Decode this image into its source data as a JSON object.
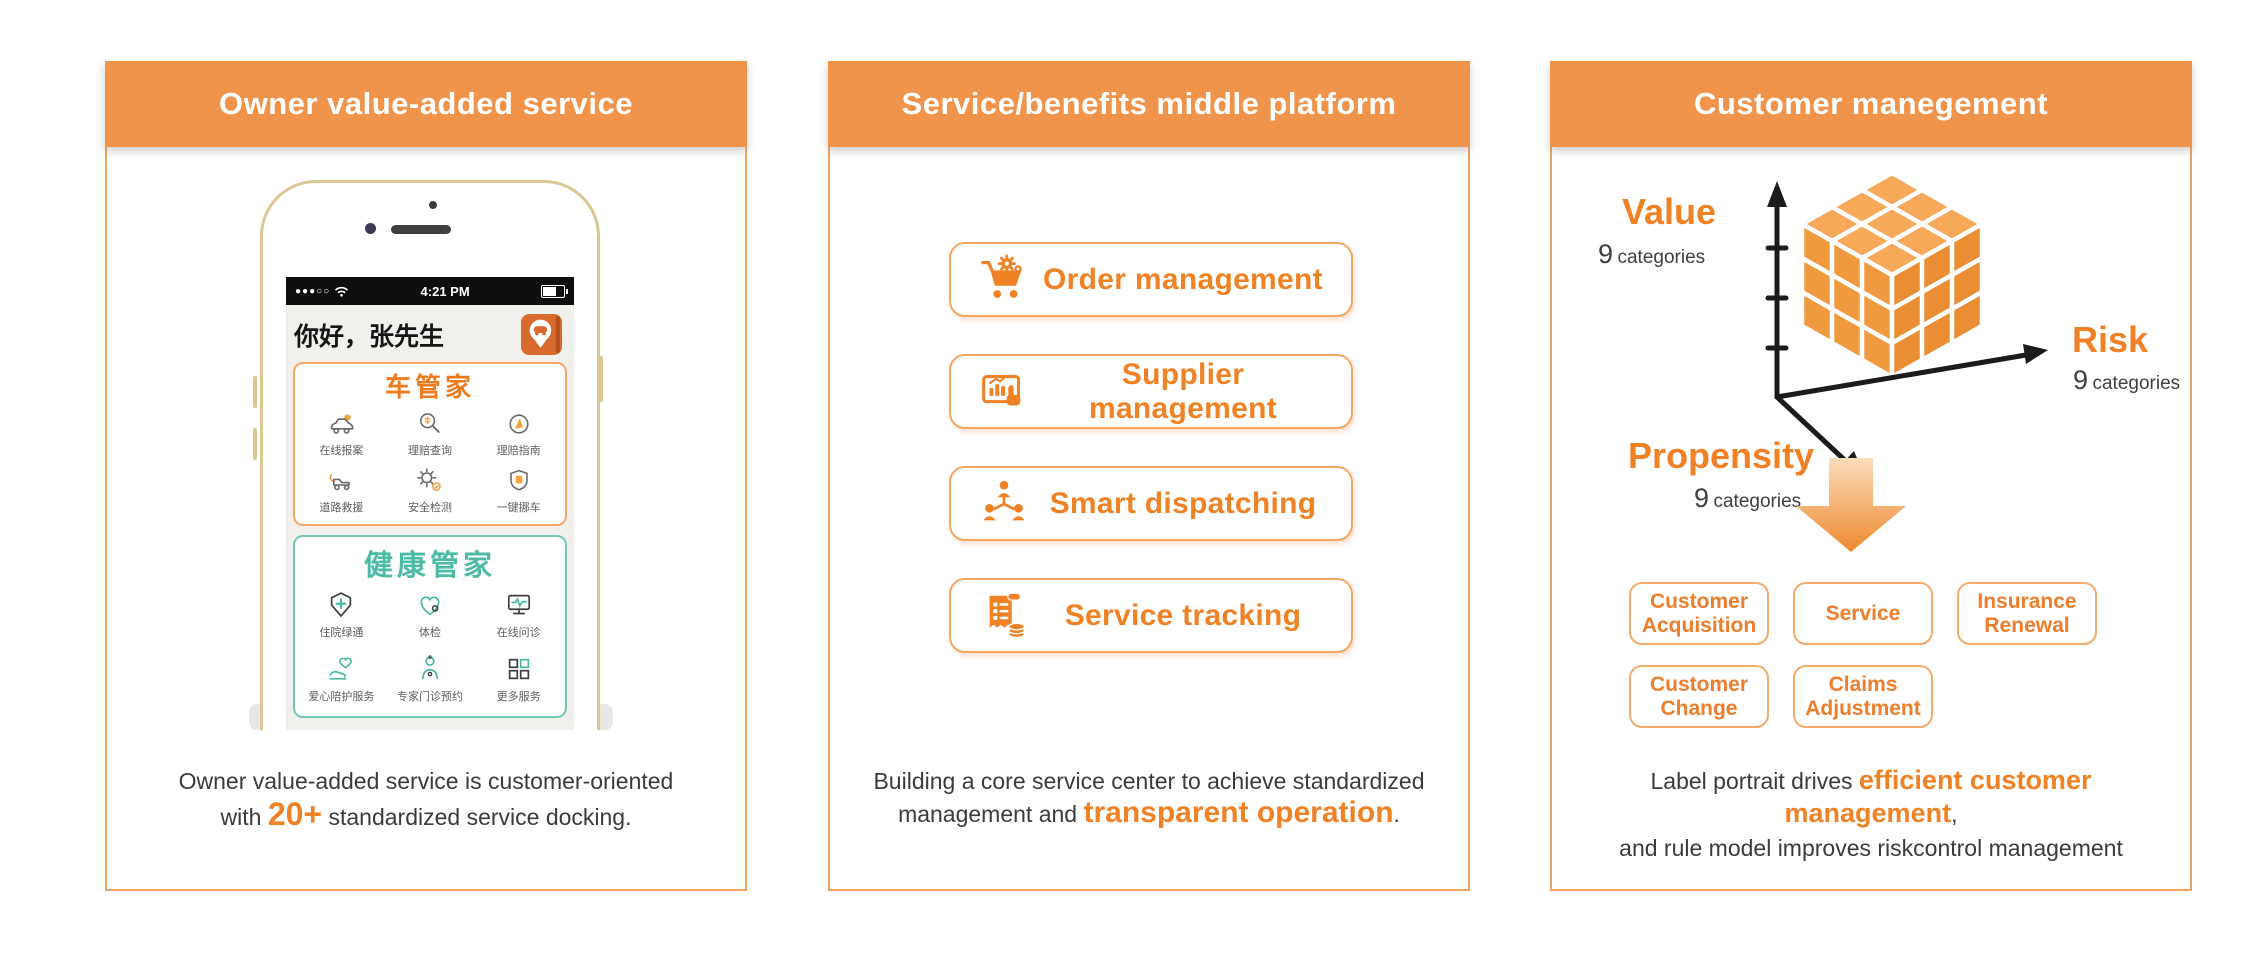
{
  "colors": {
    "header_orange": "#F0944C",
    "accent_orange": "#F08124",
    "panel_border": "#F0A45F",
    "teal": "#4CBCA6",
    "dark_text": "#3b3b3b",
    "cube_top": "#F6A958",
    "cube_left": "#F09A40",
    "cube_right": "#E98E33"
  },
  "panel1": {
    "title": "Owner value-added service",
    "phone": {
      "signal_dots": "●●●○○",
      "time": "4:21 PM",
      "greeting": "你好，张先生",
      "car_card": {
        "title": "车管家",
        "items": [
          {
            "label": "在线报案",
            "icon": "car-icon"
          },
          {
            "label": "理赔查询",
            "icon": "claim-search-icon"
          },
          {
            "label": "理赔指南",
            "icon": "compass-icon"
          },
          {
            "label": "道路救援",
            "icon": "tow-truck-icon"
          },
          {
            "label": "安全检测",
            "icon": "gears-check-icon"
          },
          {
            "label": "一键挪车",
            "icon": "shield-icon"
          }
        ]
      },
      "health_card": {
        "title": "健康管家",
        "items": [
          {
            "label": "住院绿通",
            "icon": "medical-shield-icon"
          },
          {
            "label": "体检",
            "icon": "heart-check-icon"
          },
          {
            "label": "在线问诊",
            "icon": "monitor-pulse-icon"
          },
          {
            "label": "爱心陪护服务",
            "icon": "hand-heart-icon"
          },
          {
            "label": "专家门诊预约",
            "icon": "doctor-icon"
          },
          {
            "label": "更多服务",
            "icon": "more-grid-icon"
          }
        ]
      }
    },
    "caption": {
      "line1": "Owner value-added service is customer-oriented",
      "line2_pre": "with ",
      "highlight": "20+",
      "line2_post": " standardized service docking."
    }
  },
  "panel2": {
    "title": "Service/benefits middle platform",
    "buttons": [
      {
        "label": "Order management",
        "icon": "cart-gears-icon"
      },
      {
        "label": "Supplier management",
        "icon": "tablet-chart-icon"
      },
      {
        "label": "Smart dispatching",
        "icon": "org-people-icon"
      },
      {
        "label": "Service tracking",
        "icon": "receipt-coins-icon"
      }
    ],
    "caption": {
      "line1": "Building a core service center to achieve standardized",
      "line2_pre": "management and ",
      "highlight": "transparent operation",
      "line2_post": "."
    }
  },
  "panel3": {
    "title": "Customer manegement",
    "cube": {
      "axes": [
        {
          "name": "Value",
          "count": "9",
          "unit": "categories"
        },
        {
          "name": "Risk",
          "count": "9",
          "unit": "categories"
        },
        {
          "name": "Propensity",
          "count": "9",
          "unit": "categories"
        }
      ]
    },
    "boxes": [
      "Customer Acquisition",
      "Service",
      "Insurance Renewal",
      "Customer Change",
      "Claims Adjustment"
    ],
    "caption": {
      "line1_pre": "Label portrait drives ",
      "highlight": "efficient customer management",
      "line1_post": ",",
      "line2": "and rule model improves riskcontrol management"
    }
  }
}
